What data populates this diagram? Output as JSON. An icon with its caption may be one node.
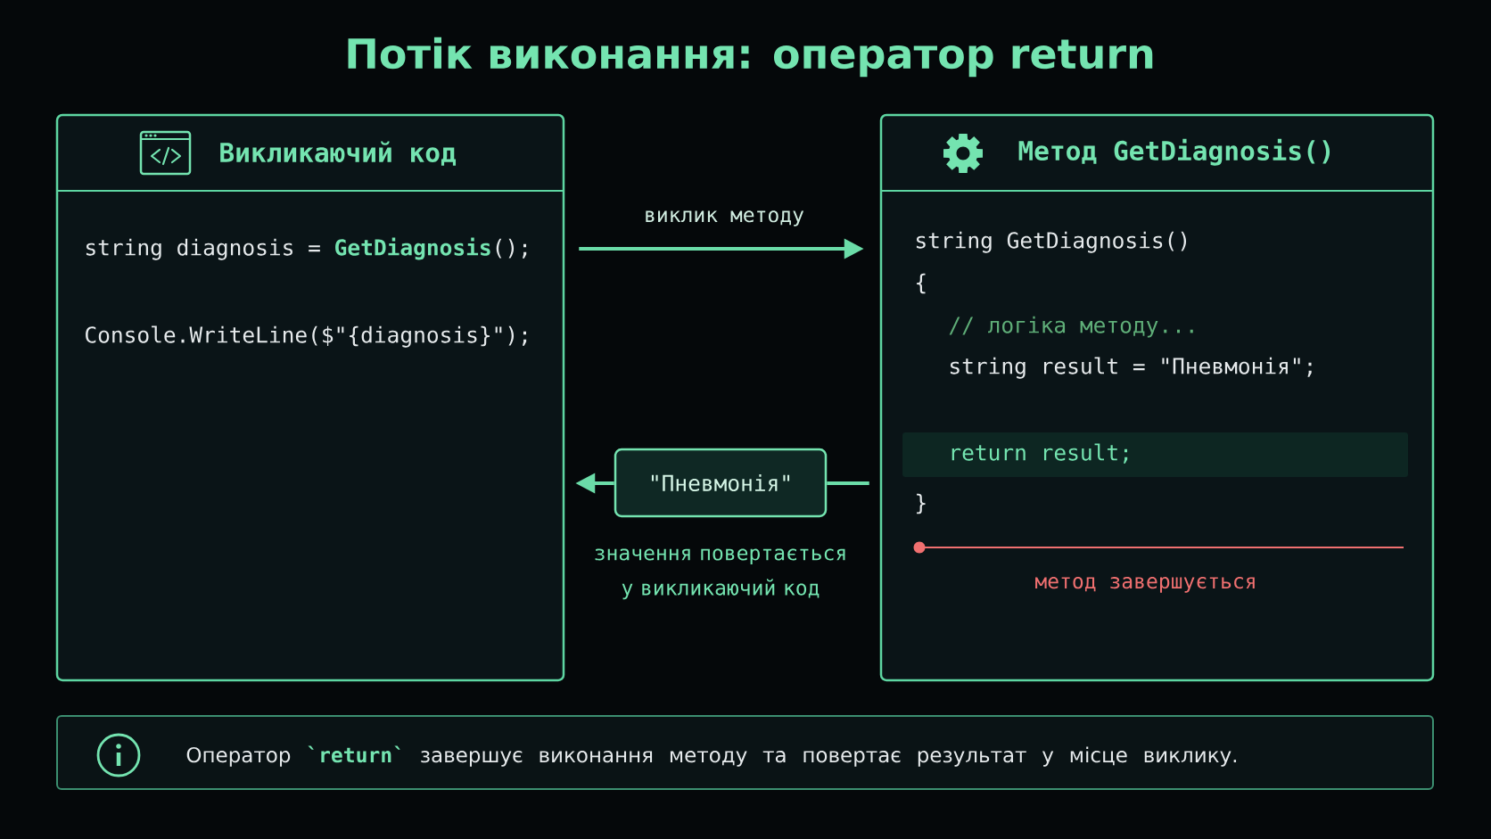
{
  "diagram": {
    "title": "Потік виконання: оператор return",
    "nodes": [
      {
        "text": [
          "Викликаючий код",
          "string diagnosis = **GetDiagnosis**();",
          "Console.WriteLine($\"{diagnosis}\");"
        ]
      },
      {
        "text": [
          "Метод GetDiagnosis()",
          "string GetDiagnosis()",
          "{",
          "// логіка методу...",
          "string result = \"Пневмонія\";",
          "}",
          "метод завершується"
        ]
      },
      {
        "text": [
          "return result;"
        ],
        "in": 1
      },
      {
        "text": [
          "\"Пневмонія\""
        ],
        "beside": [
          "значення повертається у викликаючий код"
        ]
      },
      {
        "text": [
          "Оператор **`return`** завершує виконання методу та повертає результат у місце виклику."
        ]
      }
    ],
    "edges": [
      {
        "from": 0,
        "to": 1,
        "arrow": "to",
        "label": "виклик методу"
      },
      {
        "from": 1,
        "to": 3,
        "arrow": "none"
      },
      {
        "from": 3,
        "to": 0,
        "arrow": "to"
      }
    ]
  }
}
